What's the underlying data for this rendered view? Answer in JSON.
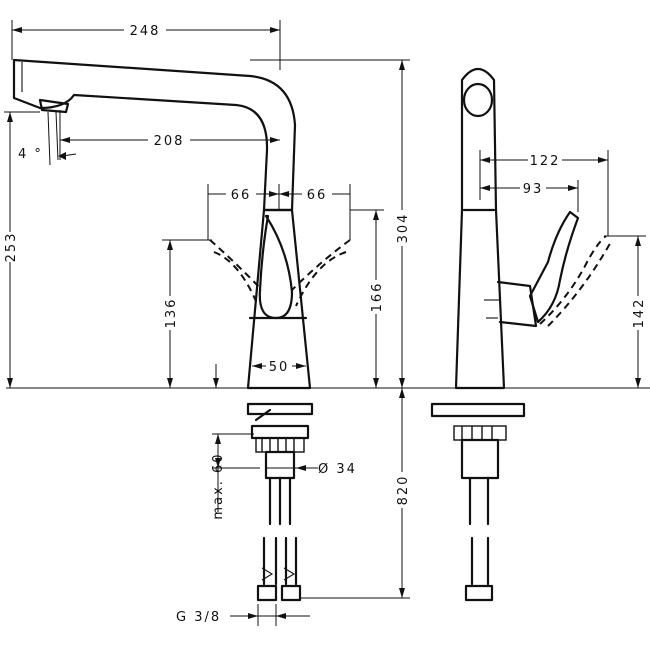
{
  "dimensions": {
    "spout_reach": "248",
    "reach_to_body": "208",
    "spray_angle": "4 °",
    "lever_swing_left": "66",
    "lever_swing_right": "66",
    "outlet_height": "253",
    "total_height": "304",
    "lever_height": "136",
    "lever_top_height": "166",
    "base_diameter": "50",
    "max_deck_thickness": "max. 60",
    "hole_diameter": "Ø 34",
    "hose_length": "820",
    "connection": "G 3/8",
    "side_reach_outer": "122",
    "side_reach_inner": "93",
    "side_lever_height": "142"
  }
}
